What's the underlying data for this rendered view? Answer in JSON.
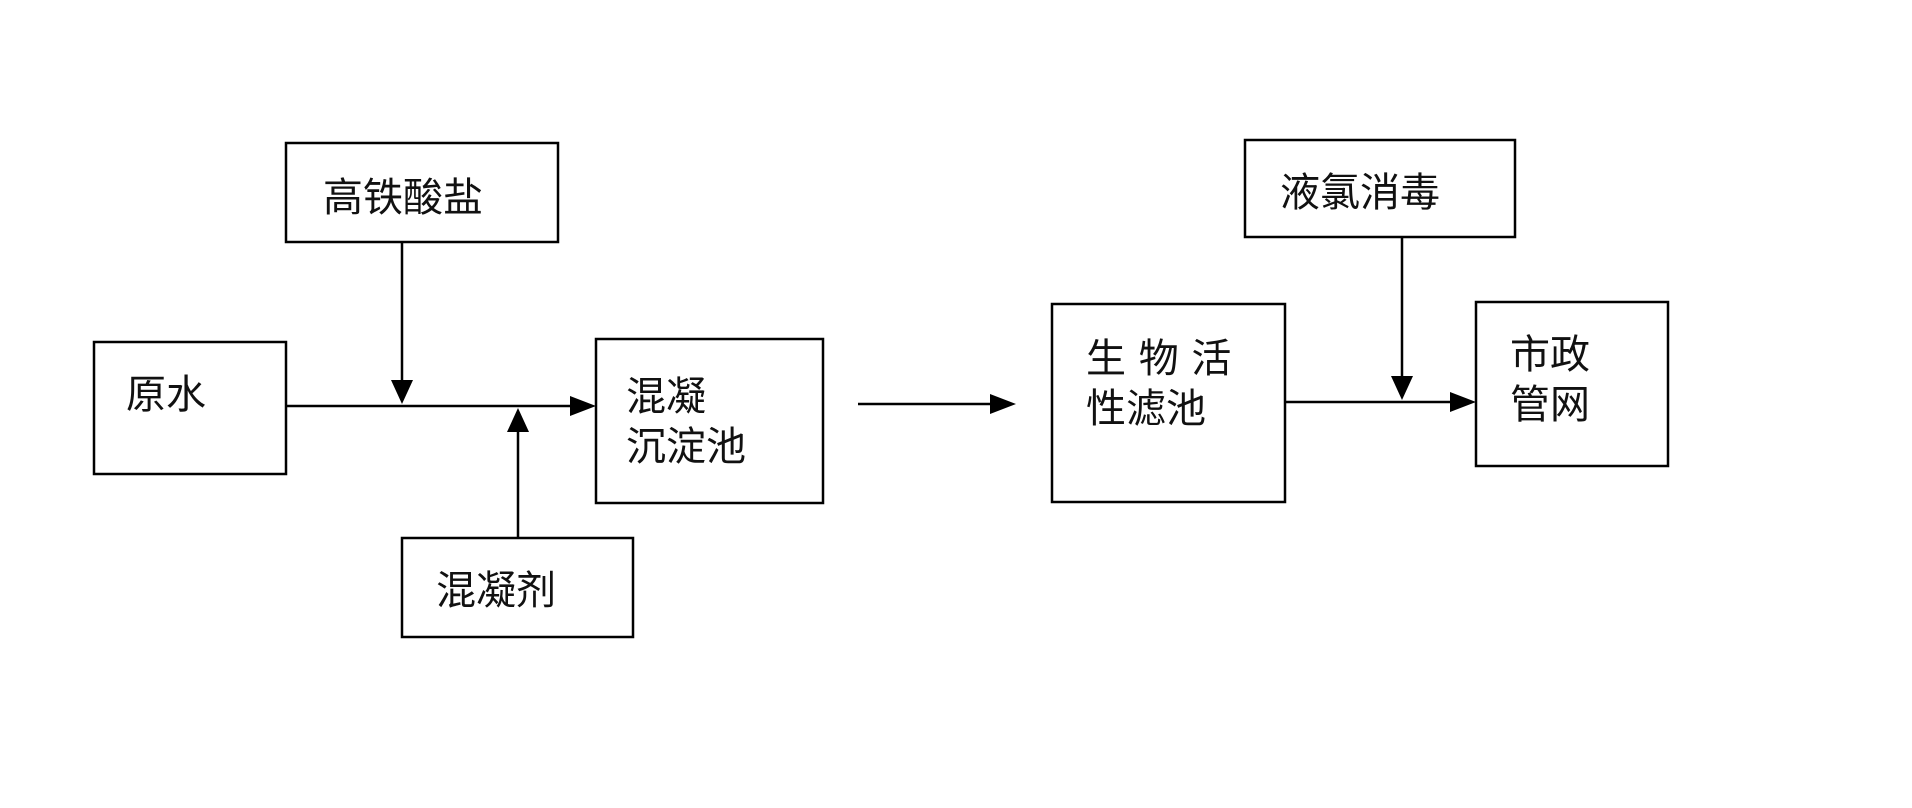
{
  "boxes": {
    "ferrate": {
      "lines": [
        "高铁酸盐"
      ]
    },
    "raw_water": {
      "lines": [
        "原水"
      ]
    },
    "coag_sedimentation": {
      "lines": [
        "混凝",
        "沉淀池"
      ]
    },
    "coagulant": {
      "lines": [
        "混凝剂"
      ]
    },
    "bio_filter": {
      "lines": [
        "生 物 活",
        "性滤池"
      ]
    },
    "chlorine": {
      "lines": [
        "液氯消毒"
      ]
    },
    "municipal": {
      "lines": [
        "市政",
        "管网"
      ]
    }
  }
}
